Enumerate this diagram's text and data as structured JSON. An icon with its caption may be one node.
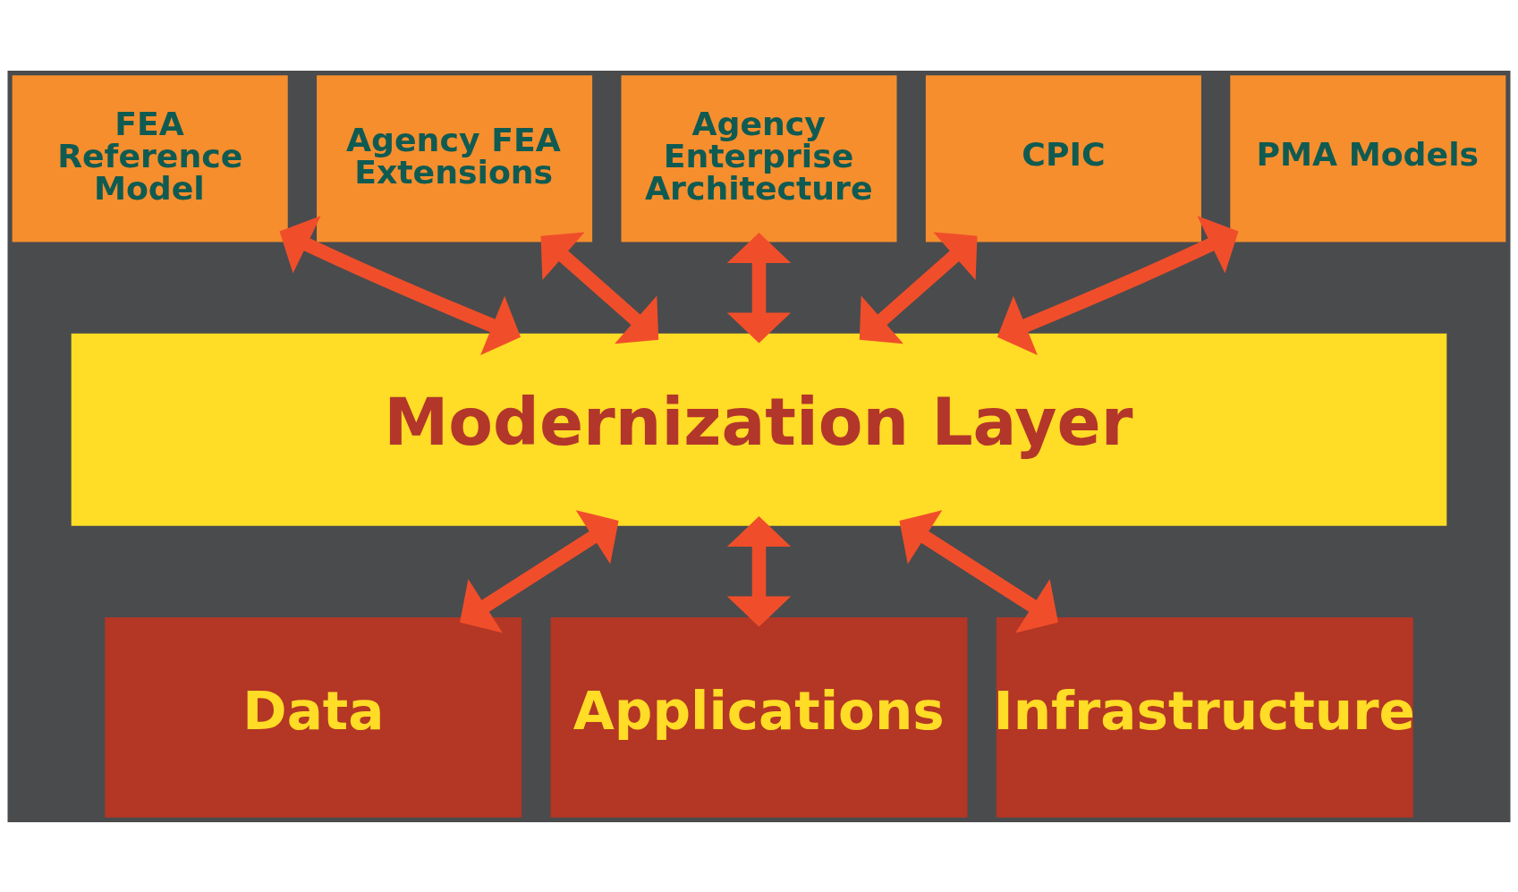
{
  "diagram": {
    "nodes": [
      {
        "text": [
          "FEA Reference Model"
        ]
      },
      {
        "text": [
          "Agency FEA Extensions"
        ]
      },
      {
        "text": [
          "Agency Enterprise Architecture"
        ]
      },
      {
        "text": [
          "CPIC"
        ]
      },
      {
        "text": [
          "PMA Models"
        ]
      },
      {
        "text": [
          "Modernization Layer"
        ]
      },
      {
        "text": [
          "Data"
        ]
      },
      {
        "text": [
          "Applications"
        ]
      },
      {
        "text": [
          "Infrastructure"
        ]
      }
    ],
    "edges": [
      {
        "from": 0,
        "to": 5,
        "arrow": "both"
      },
      {
        "from": 1,
        "to": 5,
        "arrow": "both"
      },
      {
        "from": 2,
        "to": 5,
        "arrow": "both"
      },
      {
        "from": 3,
        "to": 5,
        "arrow": "both"
      },
      {
        "from": 4,
        "to": 5,
        "arrow": "both"
      },
      {
        "from": 5,
        "to": 6,
        "arrow": "both"
      },
      {
        "from": 5,
        "to": 7,
        "arrow": "both"
      },
      {
        "from": 5,
        "to": 8,
        "arrow": "both"
      }
    ]
  }
}
